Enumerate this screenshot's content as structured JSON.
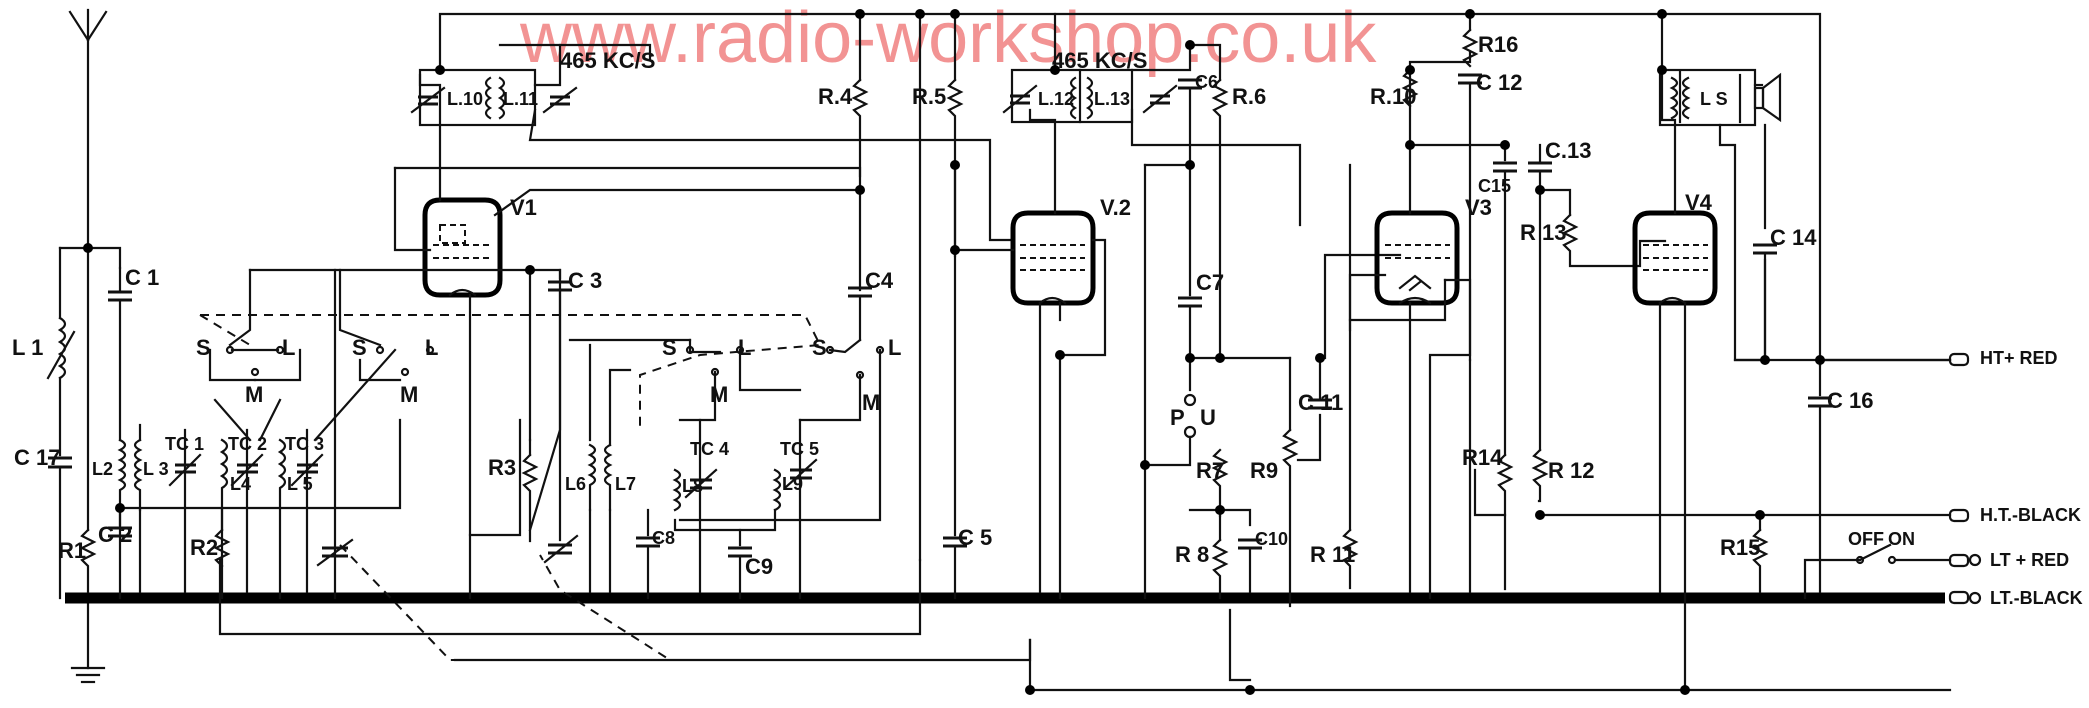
{
  "watermark": "www.radio-workshop.co.uk",
  "if_label_1": "465 KC/S",
  "if_label_2": "465 KC/S",
  "valves": [
    "V1",
    "V.2",
    "V3",
    "V4"
  ],
  "components": {
    "L1": "L 1",
    "L2": "L2",
    "L3": "L 3",
    "L4": "L4",
    "L5": "L 5",
    "L6": "L6",
    "L7": "L7",
    "L8": "L8",
    "L9": "L9",
    "L10": "L.10",
    "L11": "L.11",
    "L12": "L.12",
    "L13": "L.13",
    "LS": "L S",
    "C1": "C 1",
    "C2": "C 2",
    "C3": "C 3",
    "C4": "C4",
    "C5": "C 5",
    "C6": "C6",
    "C7": "C7",
    "C8": "C8",
    "C9": "C9",
    "C10": "C10",
    "C11": "C 11",
    "C12": "C 12",
    "C13": "C.13",
    "C14": "C 14",
    "C15": "C15",
    "C16": "C 16",
    "C17": "C 17",
    "R1": "R1",
    "R2": "R2",
    "R3": "R3",
    "R4": "R.4",
    "R5": "R.5",
    "R6": "R.6",
    "R7": "R7",
    "R8": "R 8",
    "R9": "R9",
    "R10": "R.10",
    "R11": "R 11",
    "R12": "R 12",
    "R13": "R 13",
    "R14": "R14",
    "R15": "R15",
    "R16": "R16",
    "TC1": "TC 1",
    "TC2": "TC 2",
    "TC3": "TC 3",
    "TC4": "TC 4",
    "TC5": "TC 5",
    "PU_P": "P",
    "PU_U": "U"
  },
  "switch_labels": {
    "S": "S",
    "L": "L",
    "M": "M"
  },
  "power_switch": {
    "off": "OFF",
    "on": "ON"
  },
  "terminals": {
    "ht_red": "HT+ RED",
    "ht_black": "H.T.-BLACK",
    "lt_red": "LT + RED",
    "lt_black": "LT.-BLACK"
  }
}
